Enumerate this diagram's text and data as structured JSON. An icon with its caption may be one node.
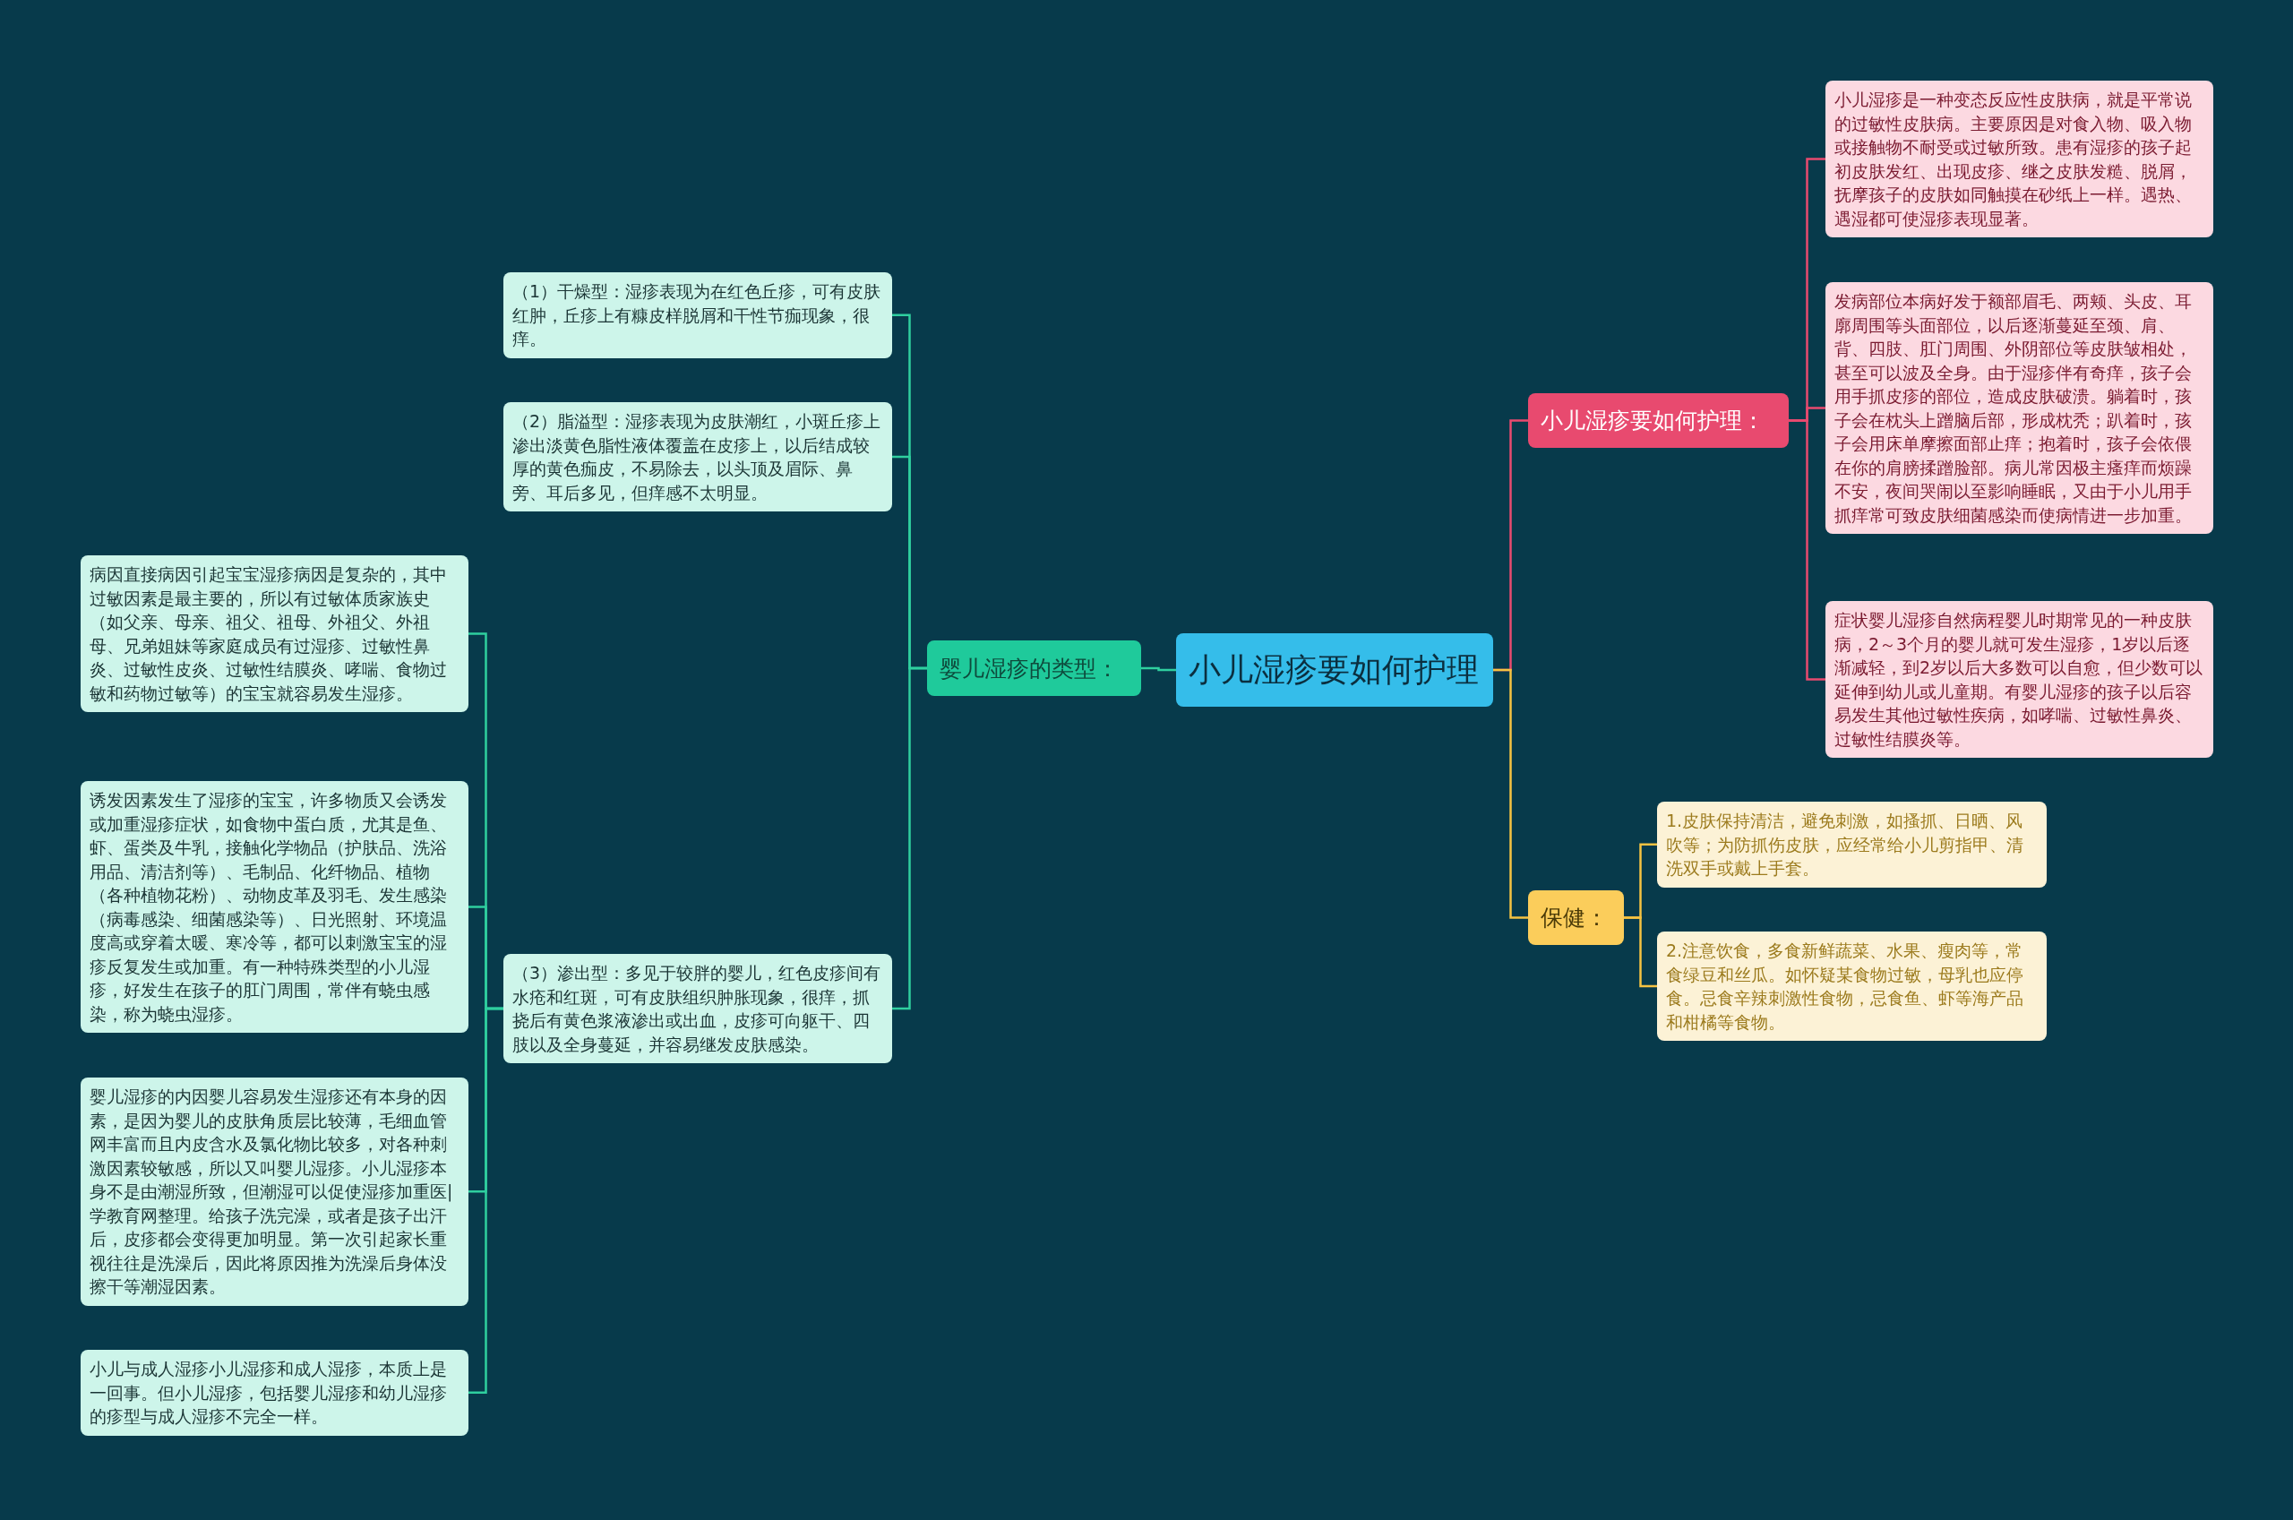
{
  "diagram": {
    "nodes": [
      {
        "text": [
          "小儿湿疹要如何护理"
        ]
      },
      {
        "text": [
          "婴儿湿疹的类型："
        ]
      },
      {
        "text": [
          "（1）干燥型：湿疹表现为在红色丘疹，可有皮肤红肿，丘疹上有糠皮样脱屑和干性节痂现象，很痒。"
        ]
      },
      {
        "text": [
          "（2）脂溢型：湿疹表现为皮肤潮红，小斑丘疹上渗出淡黄色脂性液体覆盖在皮疹上，以后结成较厚的黄色痂皮，不易除去，以头顶及眉际、鼻旁、耳后多见，但痒感不太明显。"
        ]
      },
      {
        "text": [
          "（3）渗出型：多见于较胖的婴儿，红色皮疹间有水疮和红斑，可有皮肤组织肿胀现象，很痒，抓挠后有黄色浆液渗出或出血，皮疹可向躯干、四肢以及全身蔓延，并容易继发皮肤感染。"
        ]
      },
      {
        "text": [
          "病因直接病因引起宝宝湿疹病因是复杂的，其中过敏因素是最主要的，所以有过敏体质家族史（如父亲、母亲、祖父、祖母、外祖父、外祖母、兄弟姐妹等家庭成员有过湿疹、过敏性鼻炎、过敏性皮炎、过敏性结膜炎、哮喘、食物过敏和药物过敏等）的宝宝就容易发生湿疹。"
        ]
      },
      {
        "text": [
          "诱发因素发生了湿疹的宝宝，许多物质又会诱发或加重湿疹症状，如食物中蛋白质，尤其是鱼、虾、蛋类及牛乳，接触化学物品（护肤品、洗浴用品、清洁剂等）、毛制品、化纤物品、植物（各种植物花粉）、动物皮革及羽毛、发生感染（病毒感染、细菌感染等）、日光照射、环境温度高或穿着太暖、寒冷等，都可以刺激宝宝的湿疹反复发生或加重。有一种特殊类型的小儿湿疹，好发生在孩子的肛门周围，常伴有蛲虫感染，称为蛲虫湿疹。"
        ]
      },
      {
        "text": [
          "婴儿湿疹的内因婴儿容易发生湿疹还有本身的因素，是因为婴儿的皮肤角质层比较薄，毛细血管网丰富而且内皮含水及氯化物比较多，对各种刺激因素较敏感，所以又叫婴儿湿疹。小儿湿疹本身不是由潮湿所致，但潮湿可以促使湿疹加重医|学教育网整理。给孩子洗完澡，或者是孩子出汗后，皮疹都会变得更加明显。第一次引起家长重视往往是洗澡后，因此将原因推为洗澡后身体没擦干等潮湿因素。"
        ]
      },
      {
        "text": [
          "小儿与成人湿疹小儿湿疹和成人湿疹，本质上是一回事。但小儿湿疹，包括婴儿湿疹和幼儿湿疹的疹型与成人湿疹不完全一样。"
        ]
      },
      {
        "text": [
          "小儿湿疹要如何护理："
        ]
      },
      {
        "text": [
          "小儿湿疹是一种变态反应性皮肤病，就是平常说的过敏性皮肤病。主要原因是对食入物、吸入物或接触物不耐受或过敏所致。患有湿疹的孩子起初皮肤发红、出现皮疹、继之皮肤发糙、脱屑，抚摩孩子的皮肤如同触摸在砂纸上一样。遇热、遇湿都可使湿疹表现显著。"
        ]
      },
      {
        "text": [
          "发病部位本病好发于额部眉毛、两颊、头皮、耳廓周围等头面部位，以后逐渐蔓延至颈、肩、背、四肢、肛门周围、外阴部位等皮肤皱相处，甚至可以波及全身。由于湿疹伴有奇痒，孩子会用手抓皮疹的部位，造成皮肤破溃。躺着时，孩子会在枕头上蹭脑后部，形成枕秃；趴着时，孩子会用床单摩擦面部止痒；抱着时，孩子会依偎在你的肩膀揉蹭脸部。病儿常因极主瘙痒而烦躁不安，夜间哭闹以至影响睡眠，又由于小儿用手抓痒常可致皮肤细菌感染而使病情进一步加重。"
        ]
      },
      {
        "text": [
          "症状婴儿湿疹自然病程婴儿时期常见的一种皮肤病，2～3个月的婴儿就可发生湿疹，1岁以后逐渐减轻，到2岁以后大多数可以自愈，但少数可以延伸到幼儿或儿童期。有婴儿湿疹的孩子以后容易发生其他过敏性疾病，如哮喘、过敏性鼻炎、过敏性结膜炎等。"
        ]
      },
      {
        "text": [
          "保健："
        ]
      },
      {
        "text": [
          "1.皮肤保持清洁，避免刺激，如搔抓、日晒、风吹等；为防抓伤皮肤，应经常给小儿剪指甲、清洗双手或戴上手套。"
        ]
      },
      {
        "text": [
          "2.注意饮食，多食新鲜蔬菜、水果、瘦肉等，常食绿豆和丝瓜。如怀疑某食物过敏，母乳也应停食。忌食辛辣刺激性食物，忌食鱼、虾等海产品和柑橘等食物。"
        ]
      }
    ],
    "edges": [
      {
        "from": 0,
        "to": 1,
        "arrow": "none"
      },
      {
        "from": 1,
        "to": 2,
        "arrow": "none"
      },
      {
        "from": 1,
        "to": 3,
        "arrow": "none"
      },
      {
        "from": 1,
        "to": 4,
        "arrow": "none"
      },
      {
        "from": 4,
        "to": 5,
        "arrow": "none"
      },
      {
        "from": 4,
        "to": 6,
        "arrow": "none"
      },
      {
        "from": 4,
        "to": 7,
        "arrow": "none"
      },
      {
        "from": 4,
        "to": 8,
        "arrow": "none"
      },
      {
        "from": 0,
        "to": 9,
        "arrow": "none",
        "color": "#e84a6f"
      },
      {
        "from": 9,
        "to": 10,
        "arrow": "none",
        "color": "#e84a6f"
      },
      {
        "from": 9,
        "to": 11,
        "arrow": "none",
        "color": "#e84a6f"
      },
      {
        "from": 9,
        "to": 12,
        "arrow": "none",
        "color": "#e84a6f"
      },
      {
        "from": 0,
        "to": 13,
        "arrow": "none",
        "color": "#f5c242"
      },
      {
        "from": 13,
        "to": 14,
        "arrow": "none",
        "color": "#f5c242"
      },
      {
        "from": 13,
        "to": 15,
        "arrow": "none",
        "color": "#f5c242"
      }
    ]
  }
}
